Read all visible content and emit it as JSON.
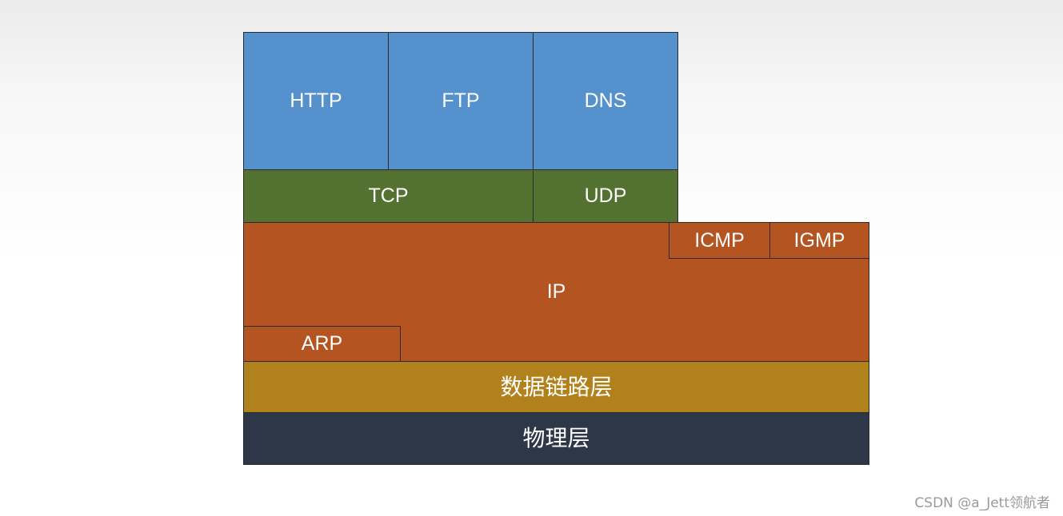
{
  "colors": {
    "application": "#5591cc",
    "transport": "#537232",
    "network": "#b45421",
    "data_link": "#b1821b",
    "physical": "#2e3747"
  },
  "application_layer": {
    "http": "HTTP",
    "ftp": "FTP",
    "dns": "DNS"
  },
  "transport_layer": {
    "tcp": "TCP",
    "udp": "UDP"
  },
  "network_layer": {
    "ip": "IP",
    "icmp": "ICMP",
    "igmp": "IGMP",
    "arp": "ARP"
  },
  "data_link_layer": {
    "label": "数据链路层"
  },
  "physical_layer": {
    "label": "物理层"
  },
  "watermark": {
    "text": "CSDN @a_Jett领航者"
  }
}
